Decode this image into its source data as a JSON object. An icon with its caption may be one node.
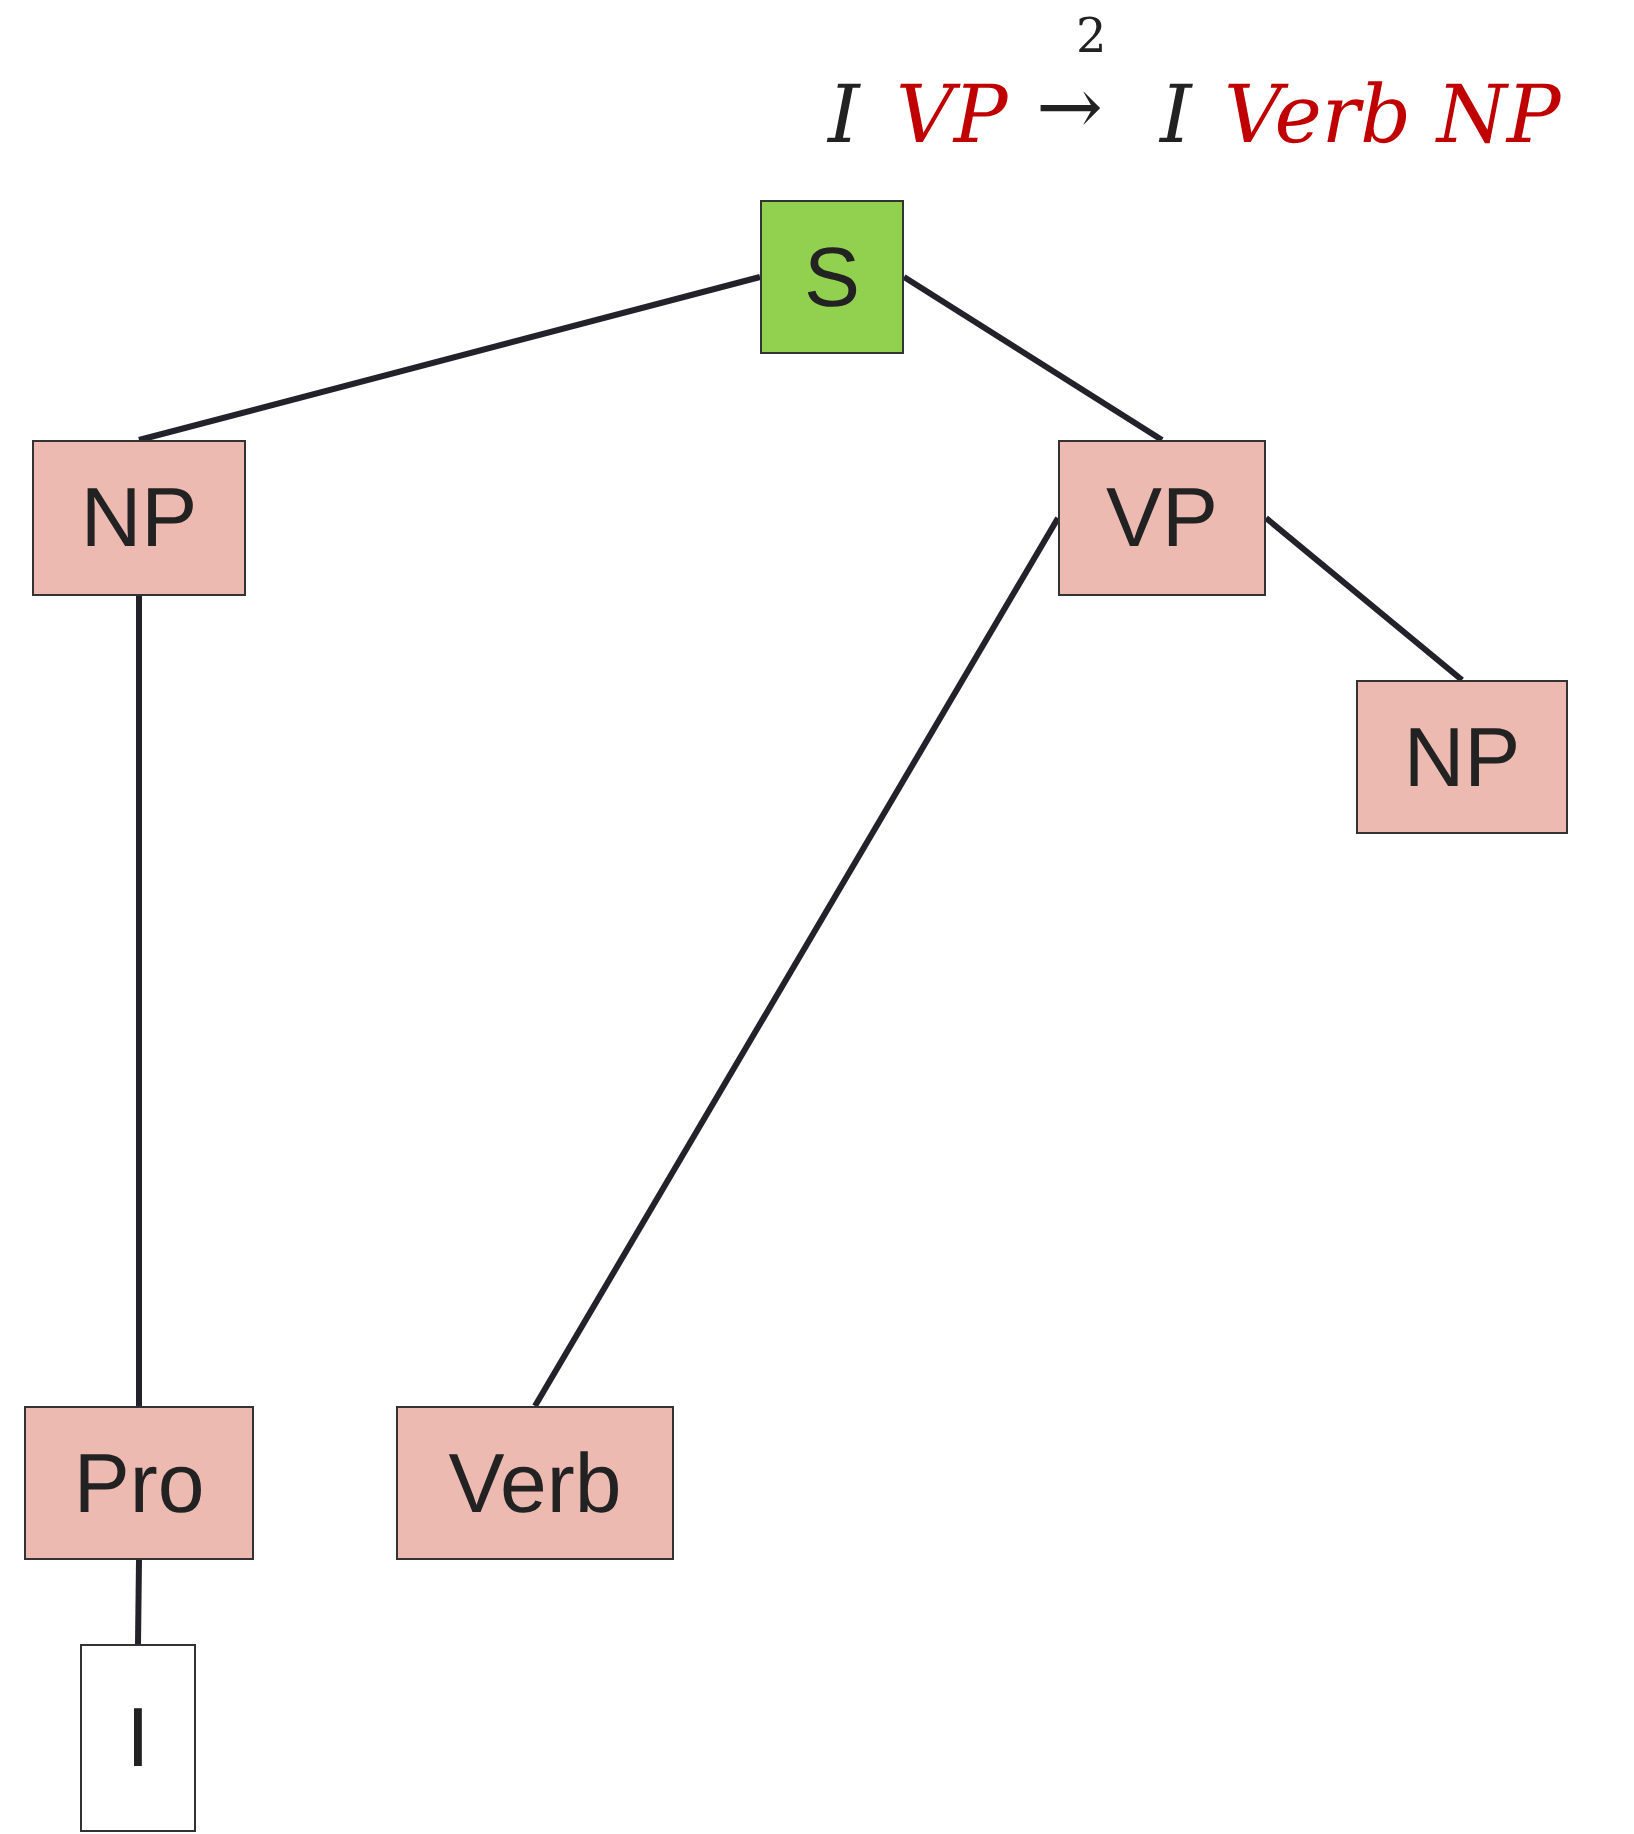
{
  "diagram": {
    "nodes": [
      {
        "text": [
          "S"
        ]
      },
      {
        "text": [
          "NP"
        ]
      },
      {
        "text": [
          "VP"
        ]
      },
      {
        "text": [
          "NP"
        ]
      },
      {
        "text": [
          "Pro"
        ]
      },
      {
        "text": [
          "Verb"
        ]
      },
      {
        "text": [
          "I"
        ]
      }
    ],
    "edges": [
      {
        "from": 0,
        "to": 1,
        "arrow": "none"
      },
      {
        "from": 0,
        "to": 2,
        "arrow": "none"
      },
      {
        "from": 2,
        "to": 3,
        "arrow": "none"
      },
      {
        "from": 2,
        "to": 5,
        "arrow": "none"
      },
      {
        "from": 1,
        "to": 4,
        "arrow": "none"
      },
      {
        "from": 4,
        "to": 6,
        "arrow": "none"
      }
    ],
    "labels": [
      "I",
      "VP",
      "2",
      "→",
      "I",
      "Verb NP"
    ]
  }
}
